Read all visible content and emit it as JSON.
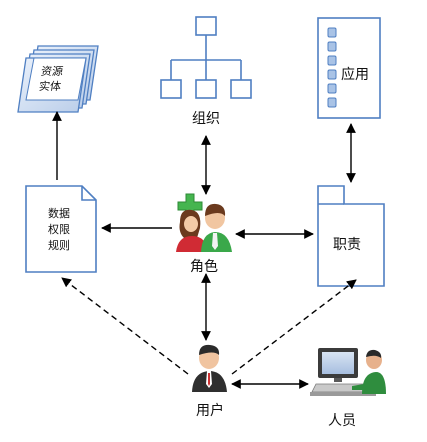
{
  "nodes": {
    "resource_entity": {
      "line1": "资源",
      "line2": "实体"
    },
    "organization": {
      "label": "组织"
    },
    "application": {
      "label": "应用"
    },
    "data_rules": {
      "line1": "数据",
      "line2": "权限",
      "line3": "规则"
    },
    "role": {
      "label": "角色"
    },
    "duty": {
      "label": "职责"
    },
    "user": {
      "label": "用户"
    },
    "person": {
      "label": "人员"
    }
  },
  "colors": {
    "accent_blue": "#4f7fc2",
    "node_fill": "#ffffff",
    "sheet_fill": "#d9e6f6",
    "line": "#000000",
    "role_green": "#3aa84a",
    "role_red": "#c8303a"
  }
}
